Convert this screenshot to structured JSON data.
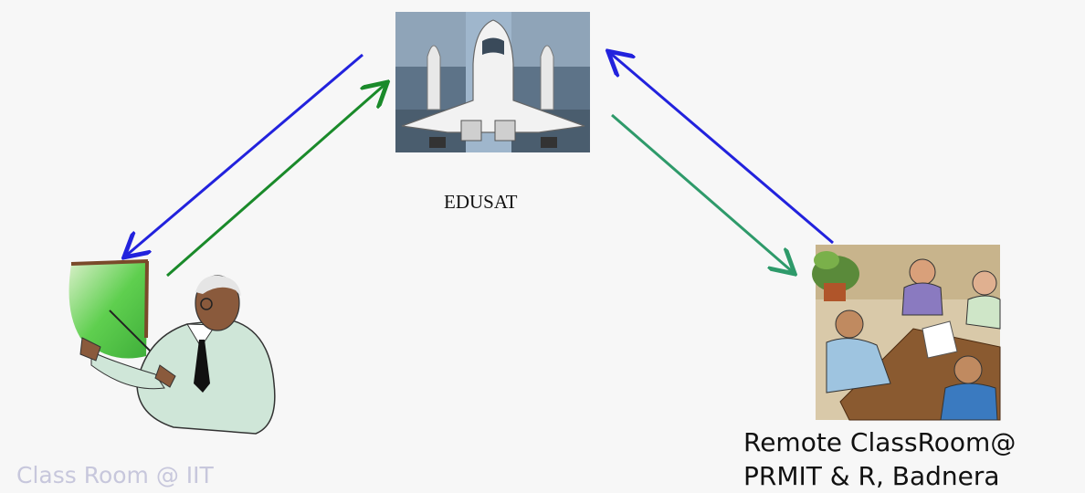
{
  "nodes": {
    "satellite": {
      "label": "EDUSAT"
    },
    "classroom": {
      "label": "Class Room @ IIT"
    },
    "remote": {
      "label_line1": "Remote ClassRoom@",
      "label_line2": "PRMIT & R, Badnera"
    }
  },
  "colors": {
    "downlink_arrow": "#2222dd",
    "uplink_arrow": "#1a8a2a",
    "remote_uplink_arrow": "#2e9a6a",
    "background": "#f7f7f7"
  }
}
